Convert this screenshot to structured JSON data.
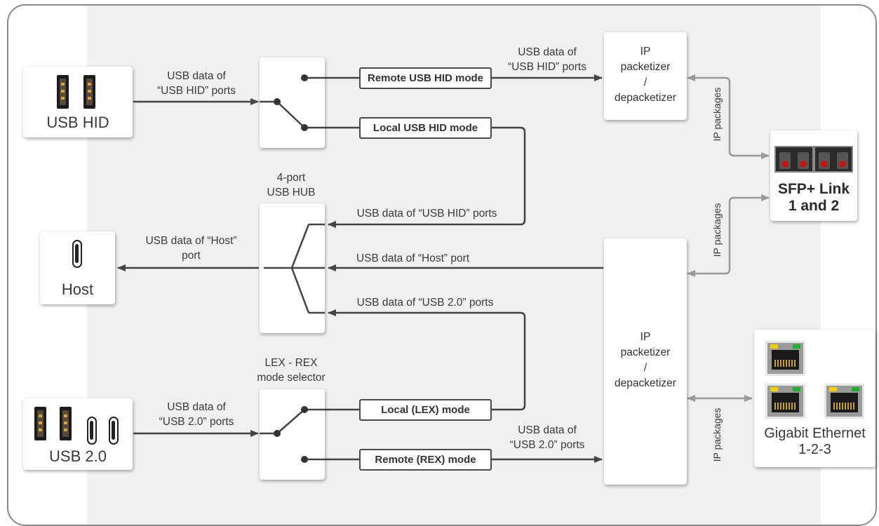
{
  "devices": {
    "usb_hid": "USB HID",
    "host": "Host",
    "usb20": "USB 2.0",
    "sfp": {
      "line1": "SFP+ Link",
      "line2": "1 and 2"
    },
    "gigabit": {
      "line1": "Gigabit Ethernet",
      "line2": "1-2-3"
    }
  },
  "modes": {
    "remote_hid": "Remote USB HID mode",
    "local_hid": "Local USB HID mode",
    "local_lex": "Local (LEX) mode",
    "remote_rex": "Remote (REX) mode"
  },
  "blocks": {
    "hub": {
      "line1": "4-port",
      "line2": "USB HUB"
    },
    "lexrex": {
      "line1": "LEX - REX",
      "line2": "mode selector"
    },
    "packetizer": {
      "line1": "IP",
      "line2": "packetizer",
      "line3": "/",
      "line4": "depacketizer"
    }
  },
  "labels": {
    "hid_in": {
      "line1": "USB data of",
      "line2": "“USB HID” ports"
    },
    "hid_out": {
      "line1": "USB data of",
      "line2": "“USB HID” ports"
    },
    "hub_hid": "USB data of “USB HID” ports",
    "hub_host": "USB data of “Host” port",
    "hub_usb20": "USB data of “USB 2.0” ports",
    "host_out": {
      "line1": "USB data of “Host”",
      "line2": "port"
    },
    "usb20_in": {
      "line1": "USB data of",
      "line2": "“USB 2.0” ports"
    },
    "usb20_out": {
      "line1": "USB data of",
      "line2": "“USB 2.0” ports"
    },
    "ip_packages": "IP packages"
  }
}
